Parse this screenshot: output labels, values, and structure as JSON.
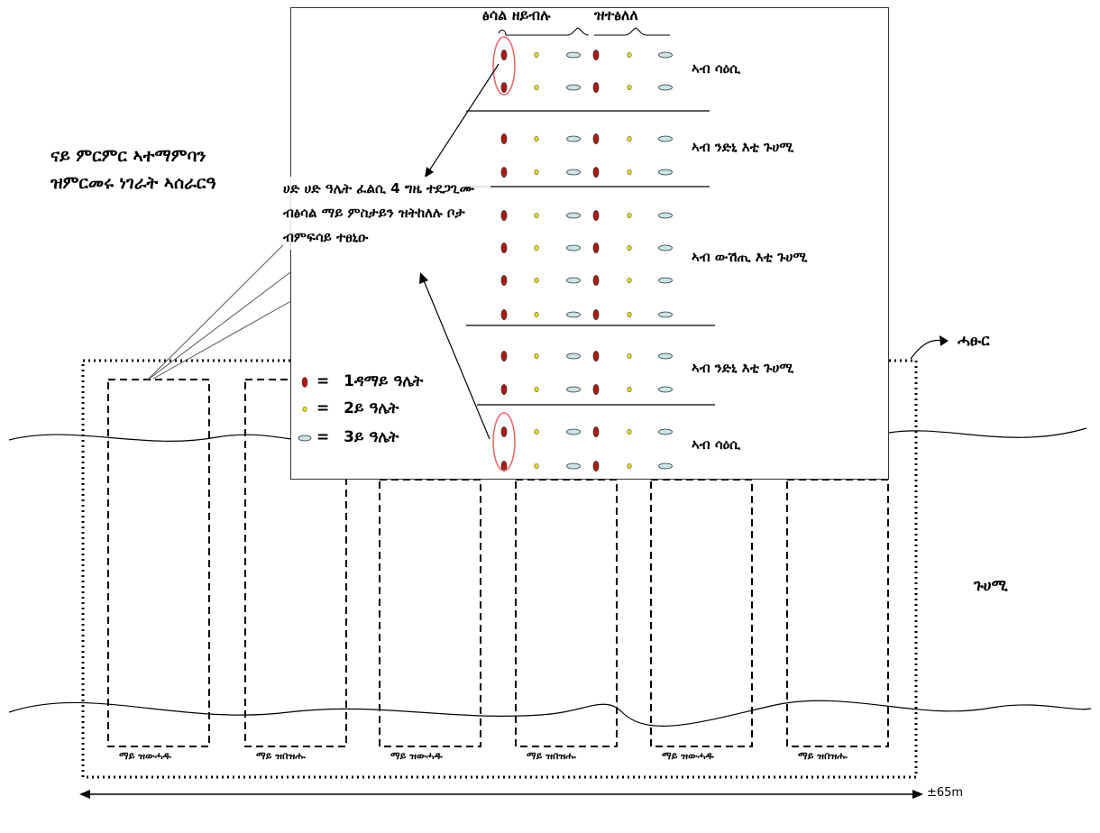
{
  "top_left_caption": "ናይ ምርምር ኣተማምባን ዝምርመሩ ነገራት ኣሰራርዓ",
  "fence_label": "ሓፁር",
  "field_label": "ጉሀሚ",
  "distance_label": "±65m",
  "plots": [
    "ማይ ዝውሓዱ",
    "ማይ ዝበዝሑ",
    "ማይ ዝውሓዱ",
    "ማይ ዝበዝሑ",
    "ማይ ዝውሓዱ",
    "ማይ ዝበዝሑ"
  ],
  "inset": {
    "header_left": "ፅሳል ዘይብሉ",
    "header_right": "ዝተፅለለ",
    "row_labels": [
      "ኣብ ሳዕሲ",
      "ኣብ ንድኒ እቲ ጉሀሚ",
      "ኣብ ውሽጢ እቲ ጉሀሚ",
      "ኣብ ንድኒ እቲ ጉሀሚ",
      "ኣብ ሳዕሲ"
    ],
    "note": "ሀድ ሀድ ዓሌት ፈልሲ 4 ግዜ ተደጋጊሙ ብፅሳል ማይ ምስታይን ዝትከለሉ ቦታ ብምፍሳይ ተፀኒዑ",
    "legend": [
      {
        "symbol": "=",
        "text": "1ዳማይ ዓሌት",
        "color": "#c0201a"
      },
      {
        "symbol": "=",
        "text": "2ይ ዓሌት",
        "color": "#f0e000"
      },
      {
        "symbol": "=",
        "text": "3ይ ዓሌት",
        "color": "#bfe3e8"
      }
    ]
  },
  "colors": {
    "variety1": "#b01810",
    "variety2": "#f2e200",
    "variety3": "#c6e6ea",
    "highlight": "#e56a6a"
  }
}
